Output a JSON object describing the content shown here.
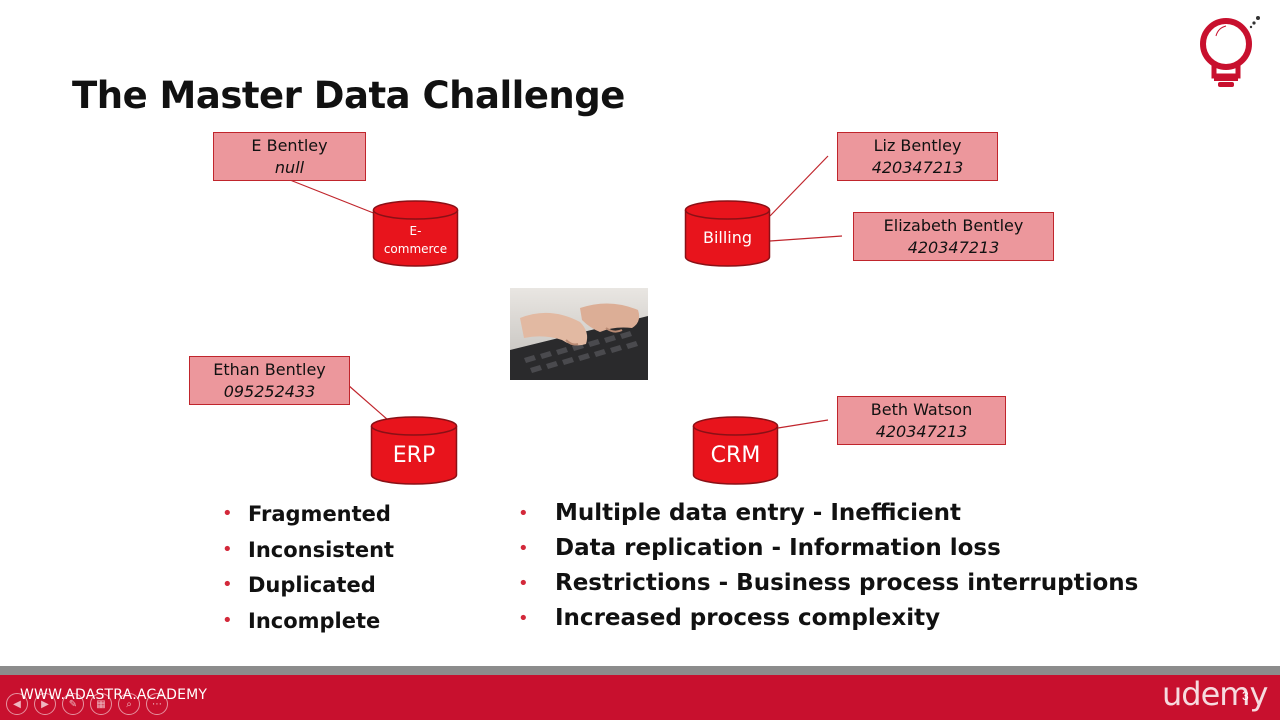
{
  "slide": {
    "title": "The Master Data Challenge"
  },
  "records": {
    "ecommerce_record": {
      "name": "E Bentley",
      "value": "null"
    },
    "billing_record_1": {
      "name": "Liz Bentley",
      "value": "420347213"
    },
    "billing_record_2": {
      "name": "Elizabeth Bentley",
      "value": "420347213"
    },
    "erp_record": {
      "name": "Ethan Bentley",
      "value": "095252433"
    },
    "crm_record": {
      "name": "Beth Watson",
      "value": "420347213"
    }
  },
  "databases": {
    "ecommerce": {
      "line1": "E-",
      "line2": "commerce"
    },
    "billing": "Billing",
    "erp": "ERP",
    "crm": "CRM"
  },
  "bullets_left": [
    "Fragmented",
    "Inconsistent",
    "Duplicated",
    "Incomplete"
  ],
  "bullets_right": [
    "Multiple data entry - Inefficient",
    "Data replication - Information loss",
    "Restrictions - Business process interruptions",
    "Increased process complexity"
  ],
  "footer": {
    "url": "WWW.ADASTRA.ACADEMY",
    "brand": "udemy",
    "page_number": "3"
  },
  "colors": {
    "accent_red": "#c8102e",
    "record_fill": "#ec979c",
    "record_border": "#c0252c",
    "db_fill": "#e8141c"
  },
  "icons": {
    "logo": "lightbulb-icon",
    "player_controls": [
      "prev-icon",
      "next-icon",
      "pen-icon",
      "slides-icon",
      "zoom-icon",
      "more-icon"
    ]
  }
}
